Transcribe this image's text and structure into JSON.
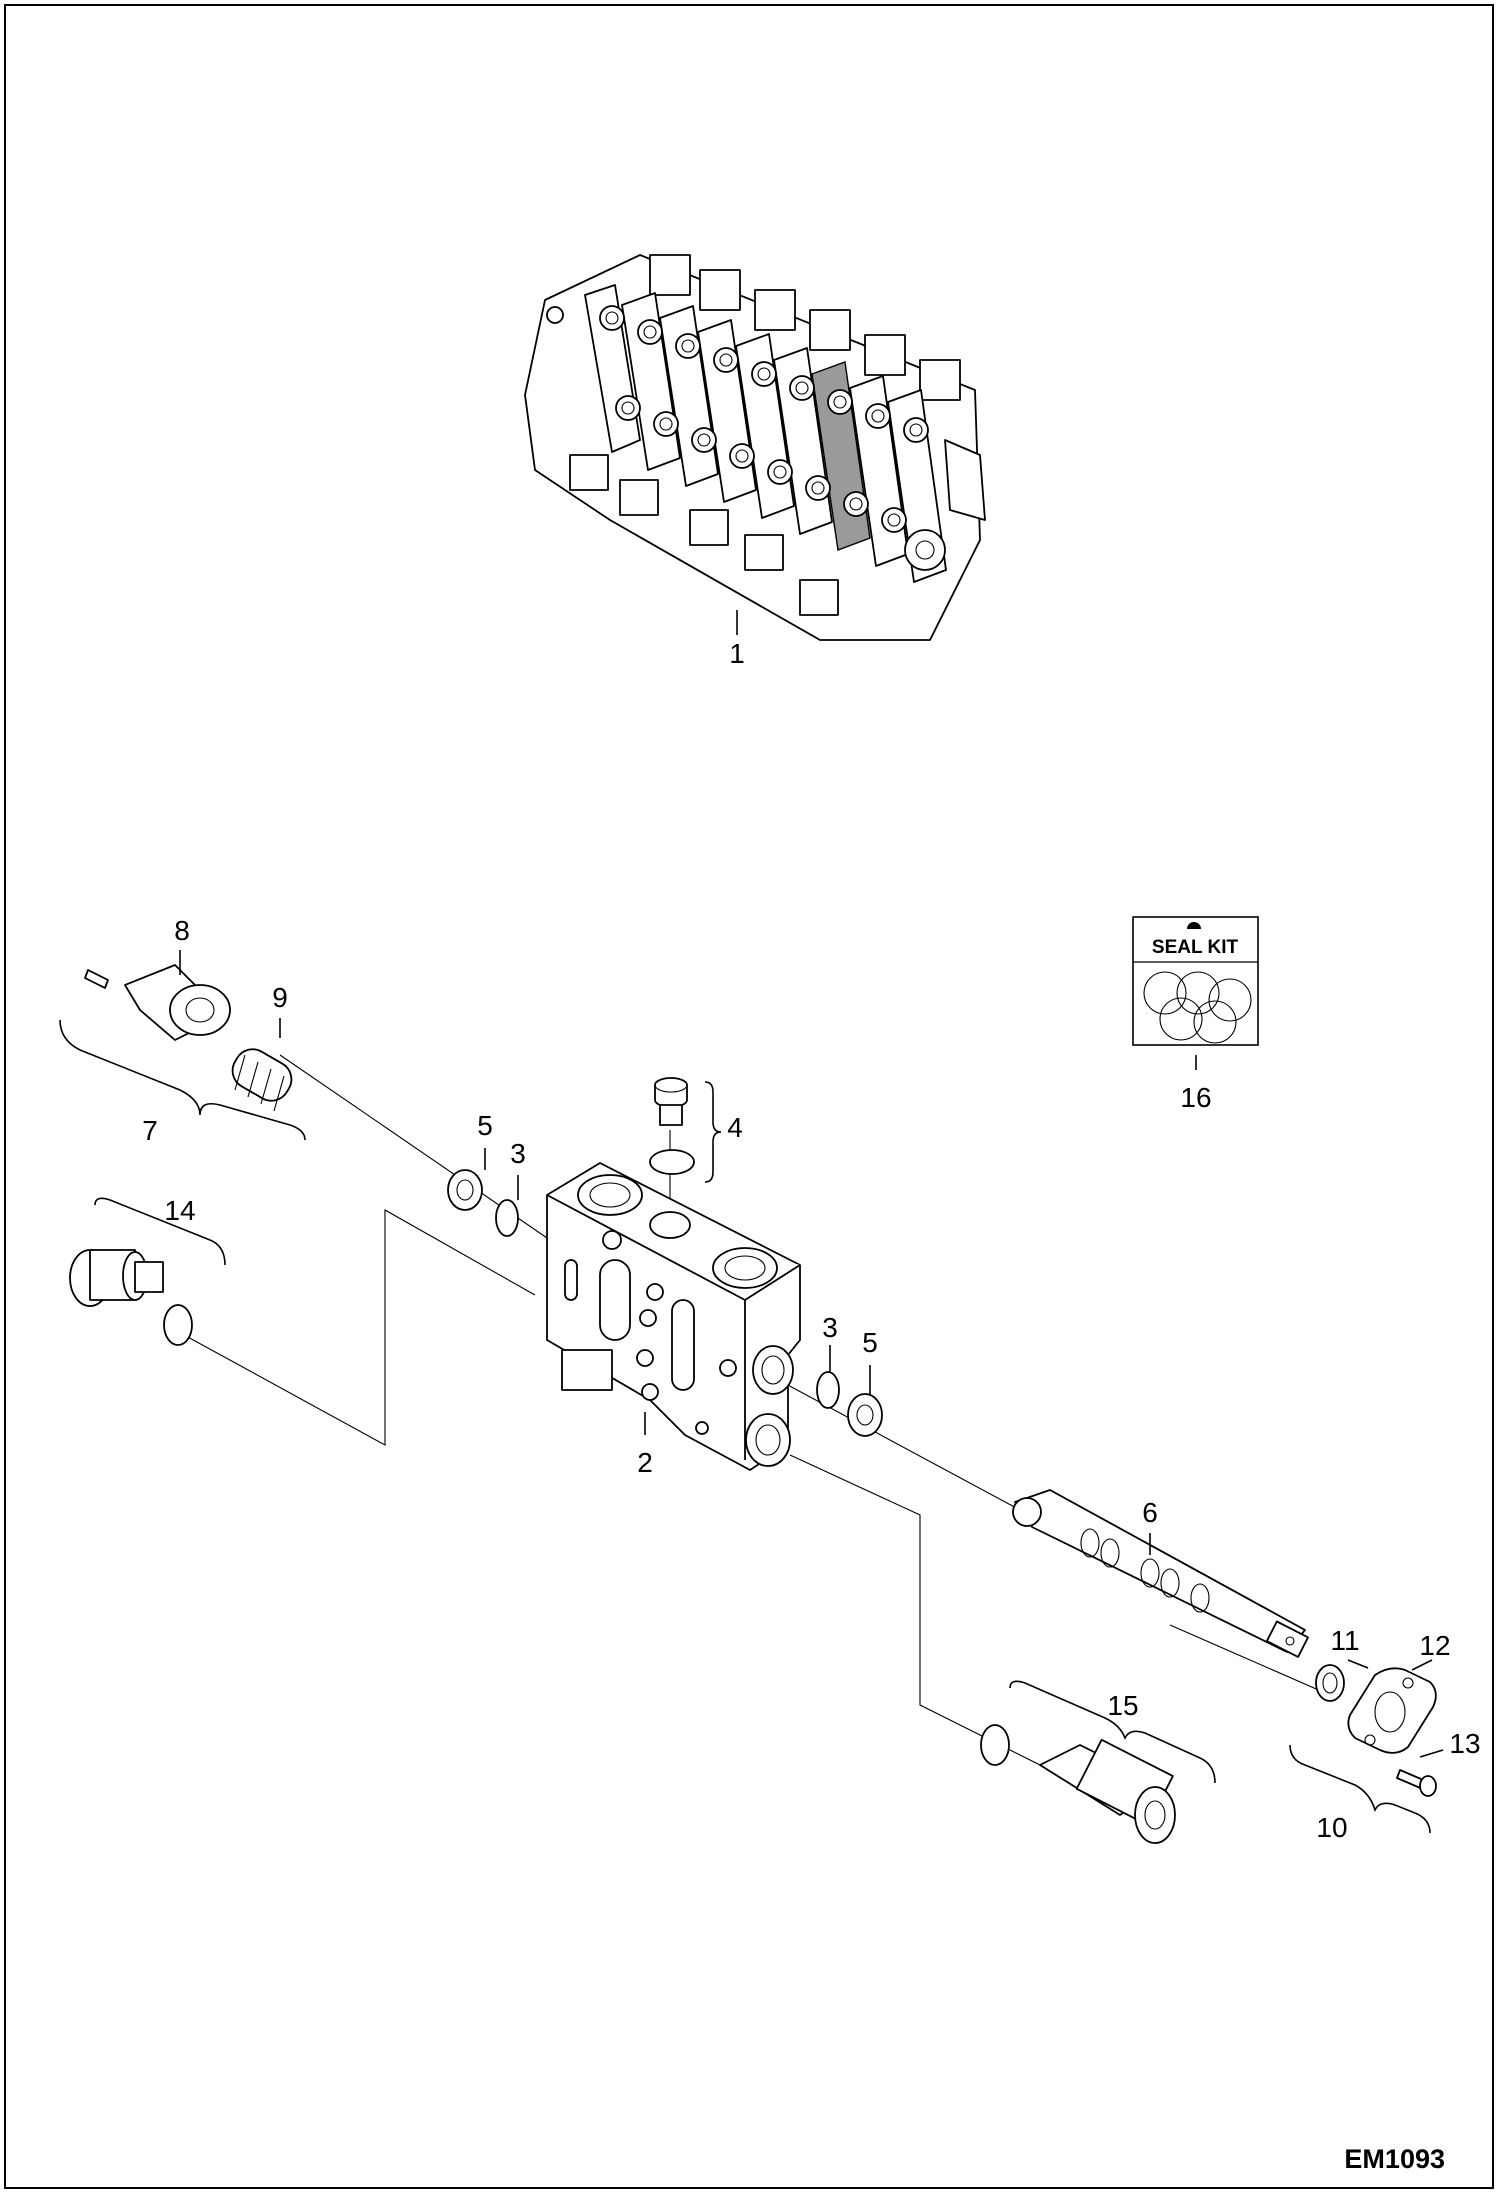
{
  "labels": {
    "l1": "1",
    "l2": "2",
    "l3a": "3",
    "l3b": "3",
    "l4": "4",
    "l5a": "5",
    "l5b": "5",
    "l6": "6",
    "l7": "7",
    "l8": "8",
    "l9": "9",
    "l10": "10",
    "l11": "11",
    "l12": "12",
    "l13": "13",
    "l14": "14",
    "l15": "15",
    "l16": "16"
  },
  "seal_kit": {
    "title": "SEAL KIT"
  },
  "drawing_code": "EM1093"
}
